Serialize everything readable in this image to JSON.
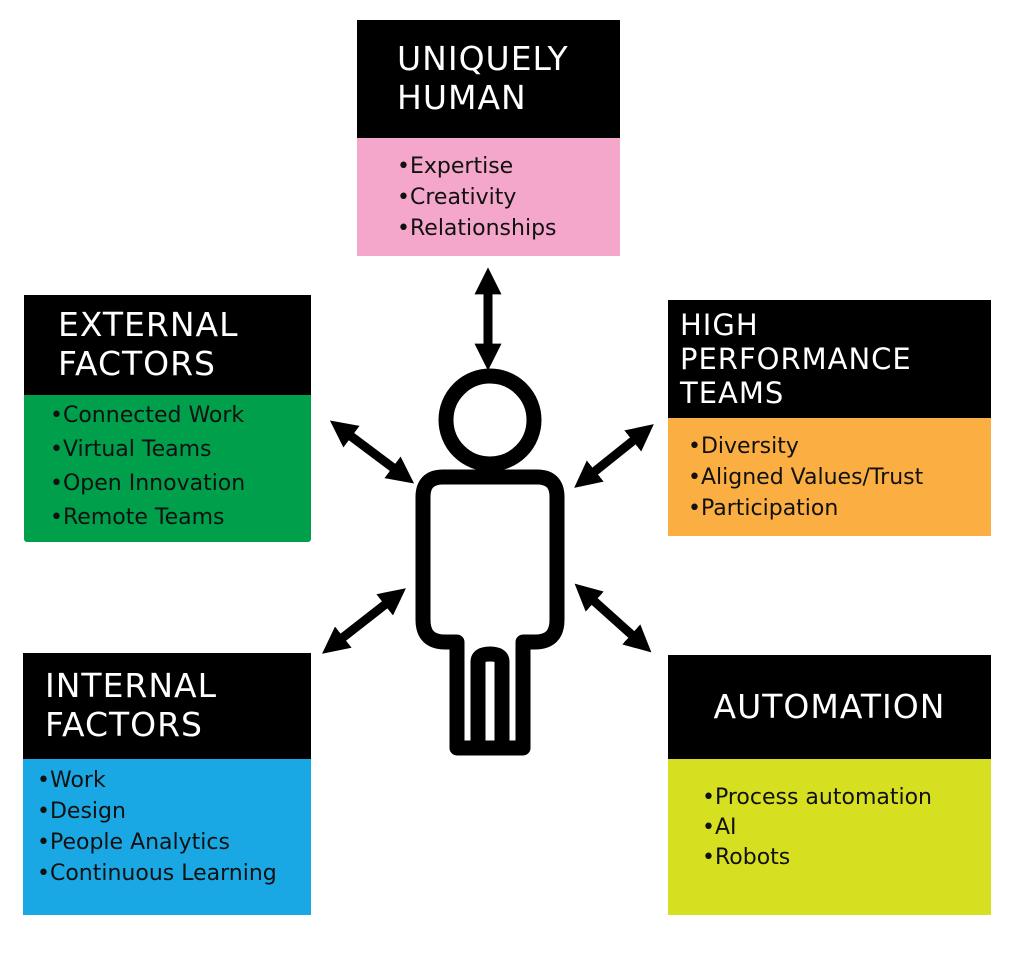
{
  "boxes": {
    "uniquely_human": {
      "title": [
        "UNIQUELY",
        "HUMAN"
      ],
      "items": [
        "Expertise",
        "Creativity",
        "Relationships"
      ],
      "color": "#f4a7cb"
    },
    "external_factors": {
      "title": [
        "EXTERNAL",
        "FACTORS"
      ],
      "items": [
        "Connected Work",
        "Virtual Teams",
        "Open Innovation",
        "Remote Teams"
      ],
      "color": "#009f4b"
    },
    "high_performance_teams": {
      "title": [
        "HIGH",
        "PERFORMANCE",
        "TEAMS"
      ],
      "items": [
        "Diversity",
        "Aligned Values/Trust",
        "Participation"
      ],
      "color": "#fbae42"
    },
    "internal_factors": {
      "title": [
        "INTERNAL",
        "FACTORS"
      ],
      "items": [
        "Work",
        "Design",
        "People Analytics",
        "Continuous Learning"
      ],
      "color": "#1aa8e4"
    },
    "automation": {
      "title": [
        "AUTOMATION"
      ],
      "items": [
        "Process automation",
        "AI",
        "Robots"
      ],
      "color": "#d6e021"
    }
  },
  "center": {
    "icon": "person-outline-icon"
  },
  "connectors": {
    "icon": "double-arrow-icon",
    "count": 5
  }
}
